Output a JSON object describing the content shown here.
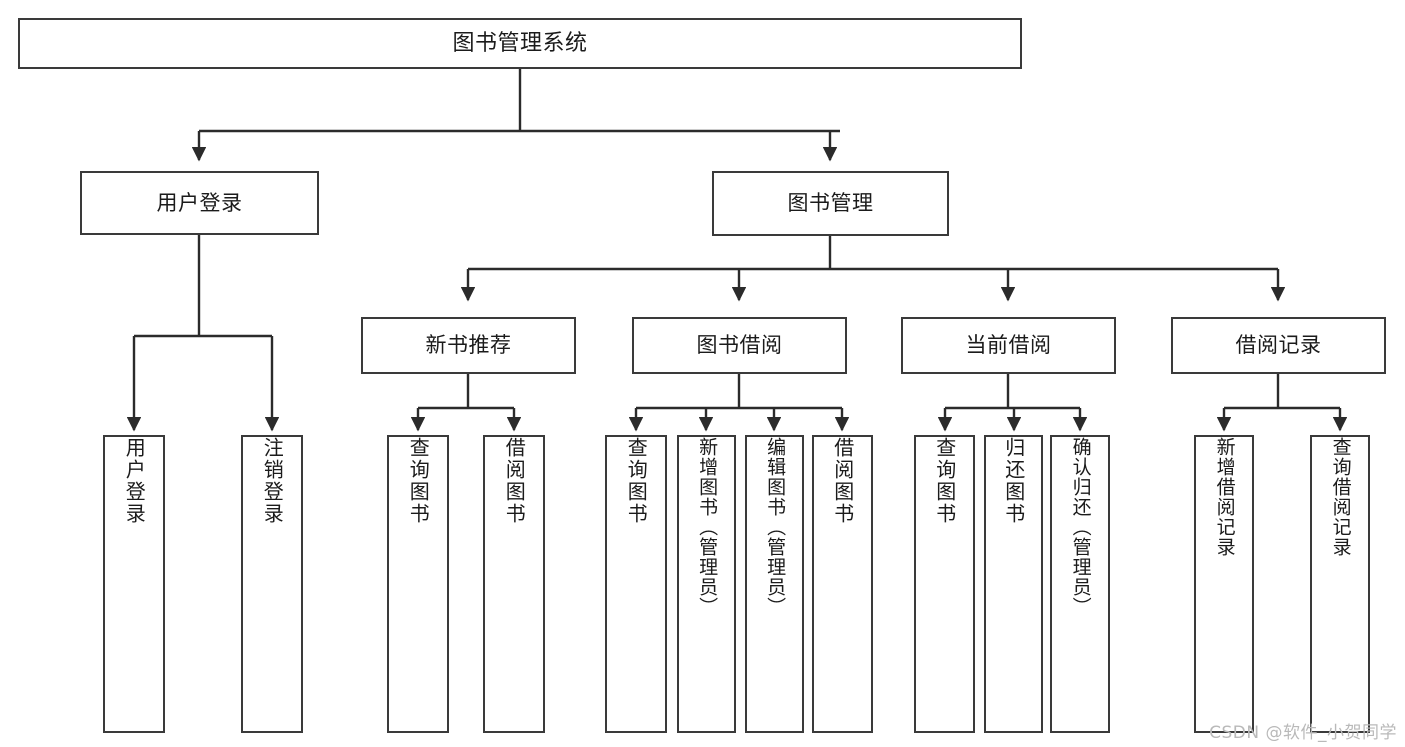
{
  "diagram": {
    "title": "图书管理系统",
    "type": "功能结构图",
    "root": {
      "label": "图书管理系统"
    },
    "level2": [
      {
        "label": "用户登录"
      },
      {
        "label": "图书管理"
      }
    ],
    "level3": [
      {
        "label": "新书推荐"
      },
      {
        "label": "图书借阅"
      },
      {
        "label": "当前借阅"
      },
      {
        "label": "借阅记录"
      }
    ],
    "leaves": {
      "user_login": [
        {
          "label": "用户登录"
        },
        {
          "label": "注销登录"
        }
      ],
      "new_book_recommend": [
        {
          "label": "查询图书"
        },
        {
          "label": "借阅图书"
        }
      ],
      "book_borrow": [
        {
          "label": "查询图书"
        },
        {
          "label": "新增图书（管理员）"
        },
        {
          "label": "编辑图书（管理员）"
        },
        {
          "label": "借阅图书"
        }
      ],
      "current_borrow": [
        {
          "label": "查询图书"
        },
        {
          "label": "归还图书"
        },
        {
          "label": "确认归还（管理员）"
        }
      ],
      "borrow_record": [
        {
          "label": "新增借阅记录"
        },
        {
          "label": "查询借阅记录"
        }
      ]
    },
    "watermark": "CSDN @软件_小贺同学",
    "colors": {
      "background": "#ffffff",
      "box_border": "#3a3a3a",
      "connector": "#2b2b2b",
      "text": "#1b1b1b",
      "watermark": "#b9b9b9"
    }
  }
}
